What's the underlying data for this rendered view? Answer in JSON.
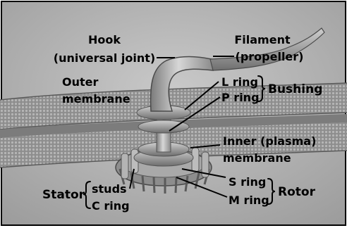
{
  "labels": {
    "hook": "Hook",
    "hook_sub": "(universal joint)",
    "filament": "Filament",
    "filament_sub": "(propeller)",
    "outer_membrane_1": "Outer",
    "outer_membrane_2": "membrane",
    "l_ring": "L ring",
    "p_ring": "P ring",
    "bushing": "Bushing",
    "inner_membrane_1": "Inner (plasma)",
    "inner_membrane_2": "membrane",
    "s_ring": "S ring",
    "m_ring": "M ring",
    "rotor": "Rotor",
    "stator": "Stator",
    "studs": "studs",
    "c_ring": "C ring"
  }
}
